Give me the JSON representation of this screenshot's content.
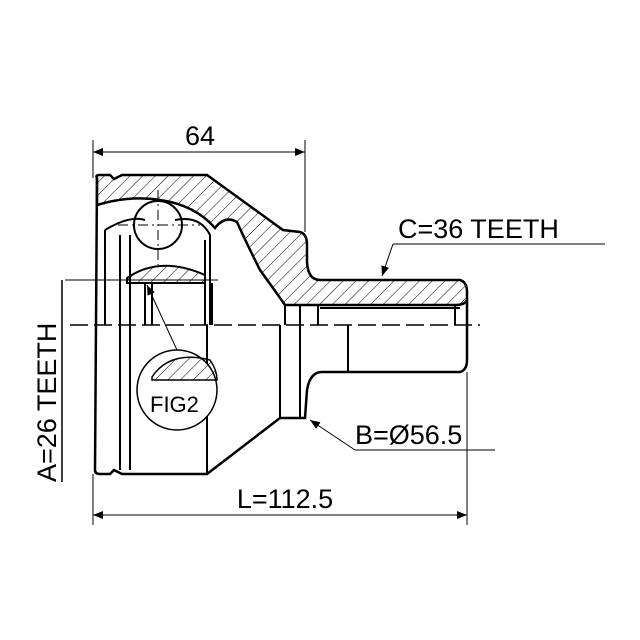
{
  "dimensions": {
    "width_top": "64",
    "length": "L=112.5",
    "spline_a": "A=26 TEETH",
    "spline_c": "C=36 TEETH",
    "diameter_b": "B=Ø56.5"
  },
  "detail_label": "FIG2",
  "colors": {
    "line": "#000000",
    "background": "#ffffff"
  }
}
